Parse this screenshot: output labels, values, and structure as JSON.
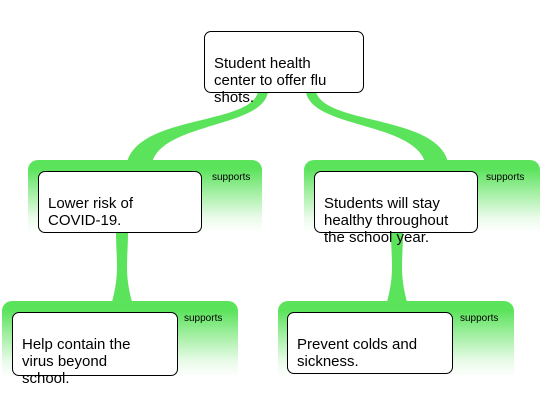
{
  "diagram": {
    "root": {
      "text": "Student health\ncenter to offer flu\nshots."
    },
    "left": {
      "text": "Lower risk of\nCOVID-19.",
      "relation": "supports"
    },
    "right": {
      "text": "Students will stay\nhealthy throughout\nthe school year.",
      "relation": "supports"
    },
    "left_child": {
      "text": "Help contain the\nvirus beyond\nschool.",
      "relation": "supports"
    },
    "right_child": {
      "text": "Prevent colds and\nsickness.",
      "relation": "supports"
    }
  },
  "colors": {
    "connector": "#5be35b",
    "border": "#000000"
  }
}
